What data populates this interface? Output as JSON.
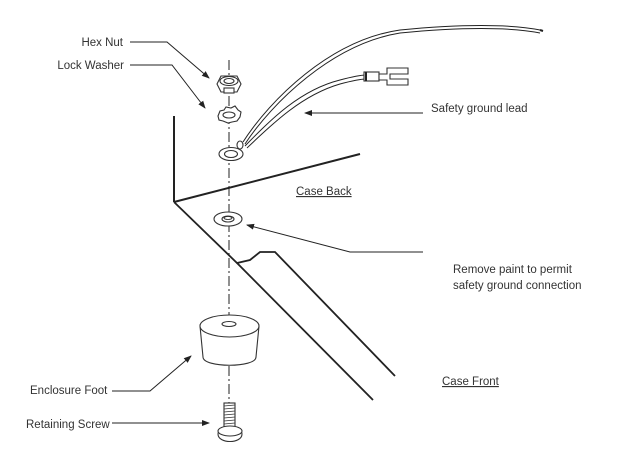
{
  "diagram": {
    "title": "Safety ground and enclosure foot assembly",
    "labels": {
      "hex_nut": "Hex Nut",
      "lock_washer": "Lock Washer",
      "safety_ground_lead": "Safety ground lead",
      "case_back": "Case Back",
      "remove_paint_line1": "Remove paint to permit",
      "remove_paint_line2": "safety ground connection",
      "enclosure_foot": "Enclosure Foot",
      "case_front": "Case Front",
      "retaining_screw": "Retaining Screw"
    },
    "colors": {
      "line": "#222222",
      "text": "#333333",
      "background": "#ffffff"
    }
  }
}
